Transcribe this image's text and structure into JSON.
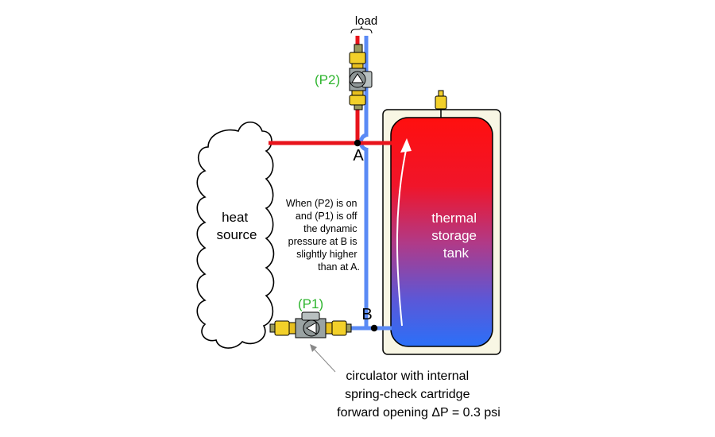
{
  "labels": {
    "load": "load",
    "p2": "(P2)",
    "p1": "(P1)",
    "point_a": "A",
    "point_b": "B",
    "heat_source": [
      "heat",
      "source"
    ],
    "tank": [
      "thermal",
      "storage",
      "tank"
    ],
    "note": [
      "When (P2) is on",
      "and (P1) is off",
      "the dynamic",
      "pressure at B is",
      "slightly higher",
      "than at A."
    ],
    "callout": [
      "circulator with internal",
      "spring-check cartridge",
      "forward opening ΔP = 0.3 psi"
    ]
  },
  "colors": {
    "hot_pipe": "#e8141c",
    "cold_pipe": "#5a8af5",
    "tank_hot": "#ff1010",
    "tank_cold": "#2b6ff5",
    "tank_jacket": "#f8f6e4",
    "label_green": "#2fb52f",
    "valve_yellow": "#f2d02a",
    "pump_grey": "#9aa3a3"
  }
}
